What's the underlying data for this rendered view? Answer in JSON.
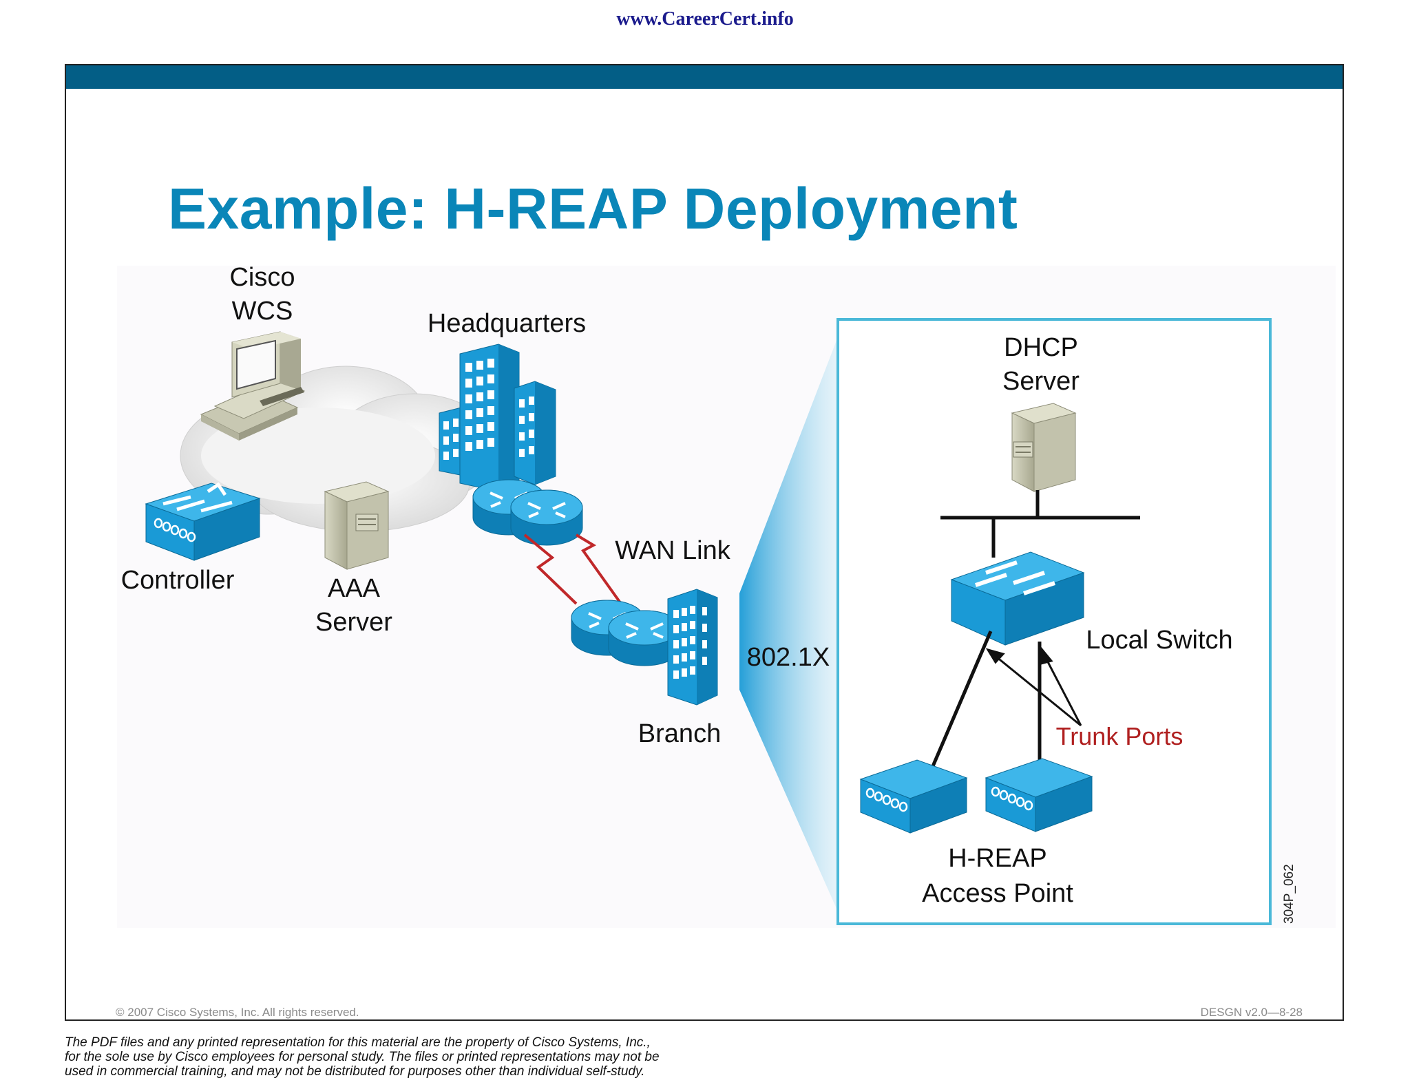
{
  "header": {
    "url": "www.CareerCert.info"
  },
  "slide": {
    "title": "Example: H-REAP Deployment",
    "copyright": "© 2007 Cisco Systems, Inc. All rights reserved.",
    "course_code": "DESGN v2.0—8-28",
    "figure_id": "304P_062"
  },
  "diagram": {
    "labels": {
      "wcs_line1": "Cisco",
      "wcs_line2": "WCS",
      "headquarters": "Headquarters",
      "controller": "Controller",
      "aaa_line1": "AAA",
      "aaa_line2": "Server",
      "wan_link": "WAN Link",
      "branch": "Branch",
      "dot1x": "802.1X",
      "dhcp_line1": "DHCP",
      "dhcp_line2": "Server",
      "local_switch": "Local Switch",
      "trunk_ports": "Trunk Ports",
      "ap_line1": "H-REAP",
      "ap_line2": "Access Point"
    },
    "icons": [
      "workstation-icon",
      "cloud-icon",
      "controller-icon",
      "aaa-server-icon",
      "headquarters-building-icon",
      "router-icon",
      "branch-building-icon",
      "dhcp-server-icon",
      "switch-icon",
      "access-point-icon"
    ],
    "colors": {
      "cisco_blue": "#1a9ad6",
      "trunk_label": "#b02020",
      "wan_link": "#c0282a",
      "title": "#0a86b8",
      "top_bar": "#035e86"
    }
  },
  "disclaimer": {
    "line1": "The PDF files and any printed representation for this material are the property of Cisco Systems, Inc.,",
    "line2": "for the sole use by Cisco employees for personal study. The files or printed representations may not be",
    "line3": "used in commercial training, and may not be distributed for purposes other than individual self-study."
  }
}
